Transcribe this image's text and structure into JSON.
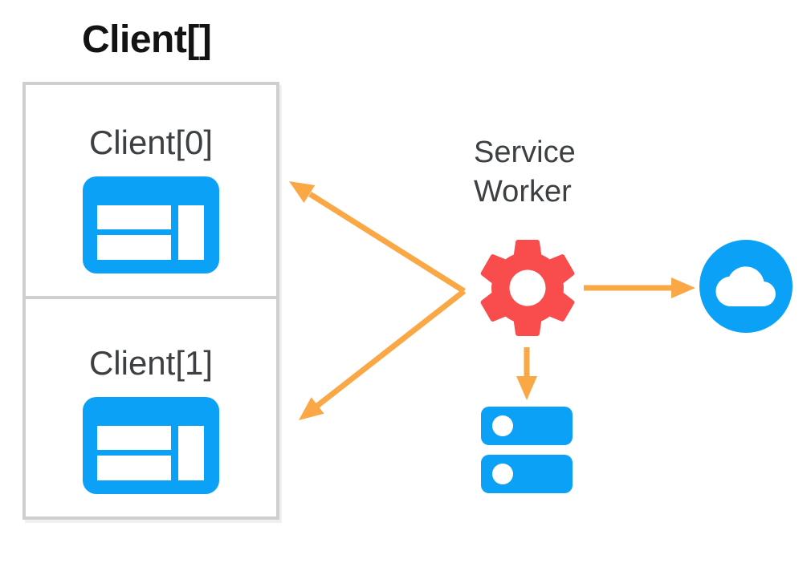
{
  "title": "Client[]",
  "clients": [
    {
      "label": "Client[0]"
    },
    {
      "label": "Client[1]"
    }
  ],
  "service_worker": {
    "name": "Service Worker",
    "line1": "Service",
    "line2": "Worker"
  },
  "icons": {
    "client": "browser-window-icon",
    "service_worker": "gear-icon",
    "network": "cloud-icon",
    "storage": "database-icon"
  },
  "colors": {
    "blue": "#0aa1f7",
    "red": "#f94d4d",
    "orange": "#faa845",
    "text-dark": "#3c4043",
    "title-color": "#131313",
    "border": "#cfcfcf"
  }
}
